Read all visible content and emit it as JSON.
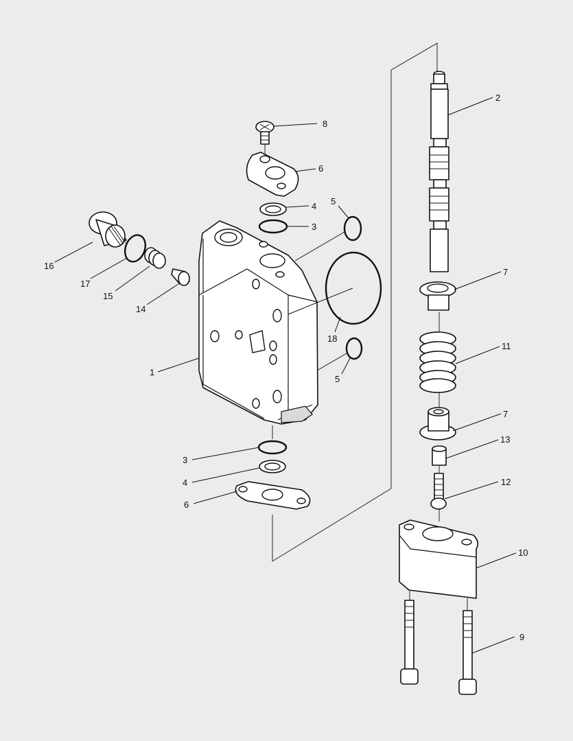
{
  "callouts": {
    "c1": "1",
    "c2": "2",
    "c3a": "3",
    "c3b": "3",
    "c4a": "4",
    "c4b": "4",
    "c5a": "5",
    "c5b": "5",
    "c6a": "6",
    "c6b": "6",
    "c7a": "7",
    "c7b": "7",
    "c8": "8",
    "c9": "9",
    "c10": "10",
    "c11": "11",
    "c12": "12",
    "c13": "13",
    "c14": "14",
    "c15": "15",
    "c16": "16",
    "c17": "17",
    "c18": "18"
  }
}
